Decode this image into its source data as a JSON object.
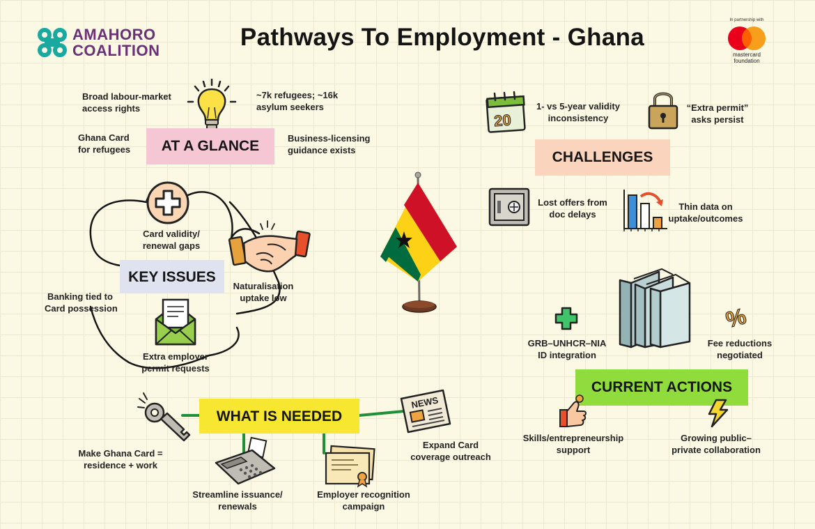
{
  "header": {
    "logo_line1": "AMAHORO",
    "logo_line2": "COALITION",
    "title": "Pathways To Employment - Ghana",
    "partner_label": "In partnership with",
    "partner_line1": "mastercard",
    "partner_line2": "foundation"
  },
  "at_a_glance": {
    "heading": "AT A GLANCE",
    "items": [
      {
        "line1": "Broad labour-market",
        "line2": "access rights",
        "icon": "lightbulb-icon"
      },
      {
        "line1": "~7k refugees; ~16k",
        "line2": "asylum seekers"
      },
      {
        "line1": "Ghana Card",
        "line2": "for refugees"
      },
      {
        "line1": "Business-licensing",
        "line2": "guidance exists"
      }
    ]
  },
  "key_issues": {
    "heading": "KEY ISSUES",
    "items": [
      {
        "line1": "Card validity/",
        "line2": "renewal gaps",
        "icon": "plus-circle-icon"
      },
      {
        "line1": "Naturalisation",
        "line2": "uptake low",
        "icon": "handshake-icon"
      },
      {
        "line1": "Banking tied to",
        "line2": "Card possession"
      },
      {
        "line1": "Extra employer",
        "line2": "permit requests",
        "icon": "envelope-icon"
      }
    ]
  },
  "what_is_needed": {
    "heading": "WHAT IS NEEDED",
    "items": [
      {
        "line1": "Make Ghana Card =",
        "line2": "residence + work",
        "icon": "key-icon"
      },
      {
        "line1": "Streamline issuance/",
        "line2": "renewals",
        "icon": "card-machine-icon"
      },
      {
        "line1": "Employer recognition",
        "line2": "campaign",
        "icon": "certificate-icon"
      },
      {
        "line1": "Expand Card",
        "line2": "coverage outreach",
        "icon": "newspaper-icon"
      }
    ],
    "news_label": "NEWS"
  },
  "challenges": {
    "heading": "CHALLENGES",
    "items": [
      {
        "line1": "1- vs 5-year validity",
        "line2": "inconsistency",
        "icon": "calendar-icon"
      },
      {
        "line1": "“Extra permit”",
        "line2": "asks persist",
        "icon": "padlock-icon"
      },
      {
        "line1": "Lost offers from",
        "line2": "doc delays",
        "icon": "safe-icon"
      },
      {
        "line1": "Thin data on",
        "line2": "uptake/outcomes",
        "icon": "bar-chart-icon"
      }
    ],
    "calendar_number": "20"
  },
  "current_actions": {
    "heading": "CURRENT ACTIONS",
    "items": [
      {
        "line1": "GRB–UNHCR–NIA",
        "line2": "ID integration",
        "icon": "medical-cross-icon"
      },
      {
        "line1": "Fee reductions",
        "line2": "negotiated",
        "icon": "percent-icon"
      },
      {
        "line1": "Skills/entrepreneurship",
        "line2": "support",
        "icon": "thumbs-up-icon"
      },
      {
        "line1": "Growing public–",
        "line2": "private collaboration",
        "icon": "lightning-icon"
      }
    ],
    "percent_glyph": "%"
  },
  "colors": {
    "background": "#fbf8e4",
    "logo_purple": "#6b3078",
    "logo_teal": "#19a9a0",
    "at_a_glance_tag": "#f5c6d3",
    "key_issues_tag": "#dfe3f0",
    "what_is_needed_tag": "#f7e730",
    "challenges_tag": "#fbd4bd",
    "current_actions_tag": "#8fdc3c",
    "connector_green": "#1f8f3a",
    "ghana_red": "#ce1126",
    "ghana_gold": "#fcd116",
    "ghana_green": "#006b3f"
  }
}
